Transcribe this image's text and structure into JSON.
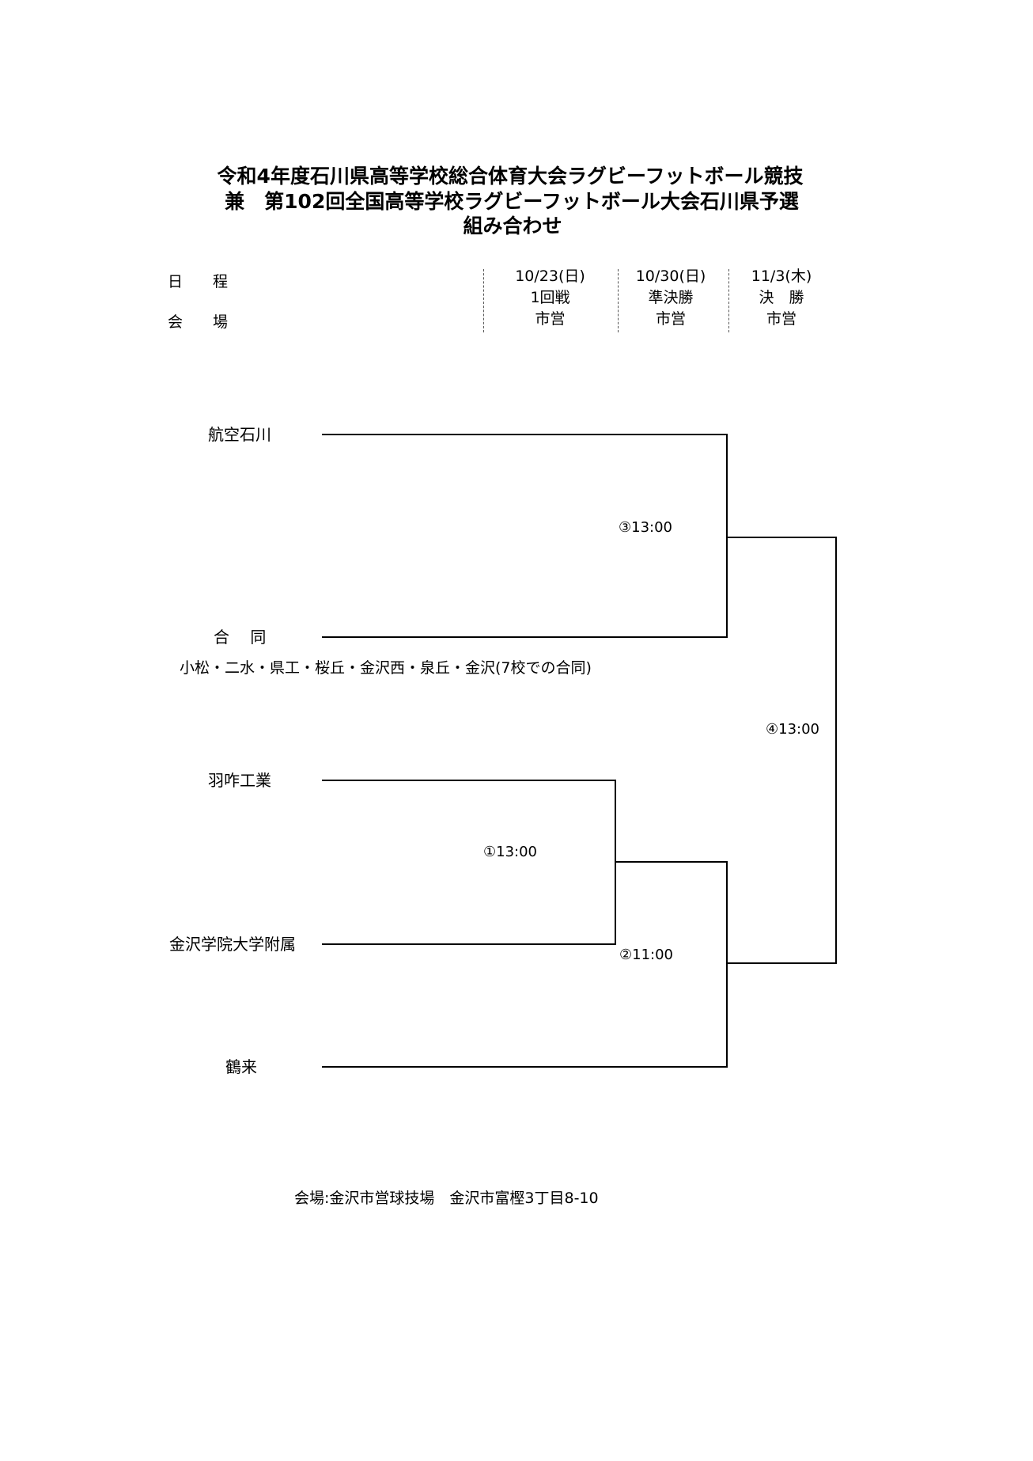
{
  "title": {
    "line1": "令和4年度石川県高等学校総合体育大会ラグビーフットボール競技",
    "line2": "兼　第102回全国高等学校ラグビーフットボール大会石川県予選",
    "line3": "組み合わせ"
  },
  "schedule": {
    "date_label": "日　　程",
    "venue_label": "会　　場",
    "columns": [
      {
        "date": "10/23(日)",
        "round": "1回戦",
        "venue": "市営"
      },
      {
        "date": "10/30(日)",
        "round": "準決勝",
        "venue": "市営"
      },
      {
        "date": "11/3(木)",
        "round": "決　勝",
        "venue": "市営"
      }
    ]
  },
  "teams": [
    {
      "name": "航空石川"
    },
    {
      "name": "合　 同",
      "note": "小松・二水・県工・桜丘・金沢西・泉丘・金沢(7校での合同)"
    },
    {
      "name": "羽咋工業"
    },
    {
      "name": "金沢学院大学附属"
    },
    {
      "name": "鶴来"
    }
  ],
  "matches": [
    {
      "label": "①13:00"
    },
    {
      "label": "②11:00"
    },
    {
      "label": "③13:00"
    },
    {
      "label": "④13:00"
    }
  ],
  "footer": {
    "venue": "会場:金沢市営球技場　金沢市富樫3丁目8-10"
  }
}
